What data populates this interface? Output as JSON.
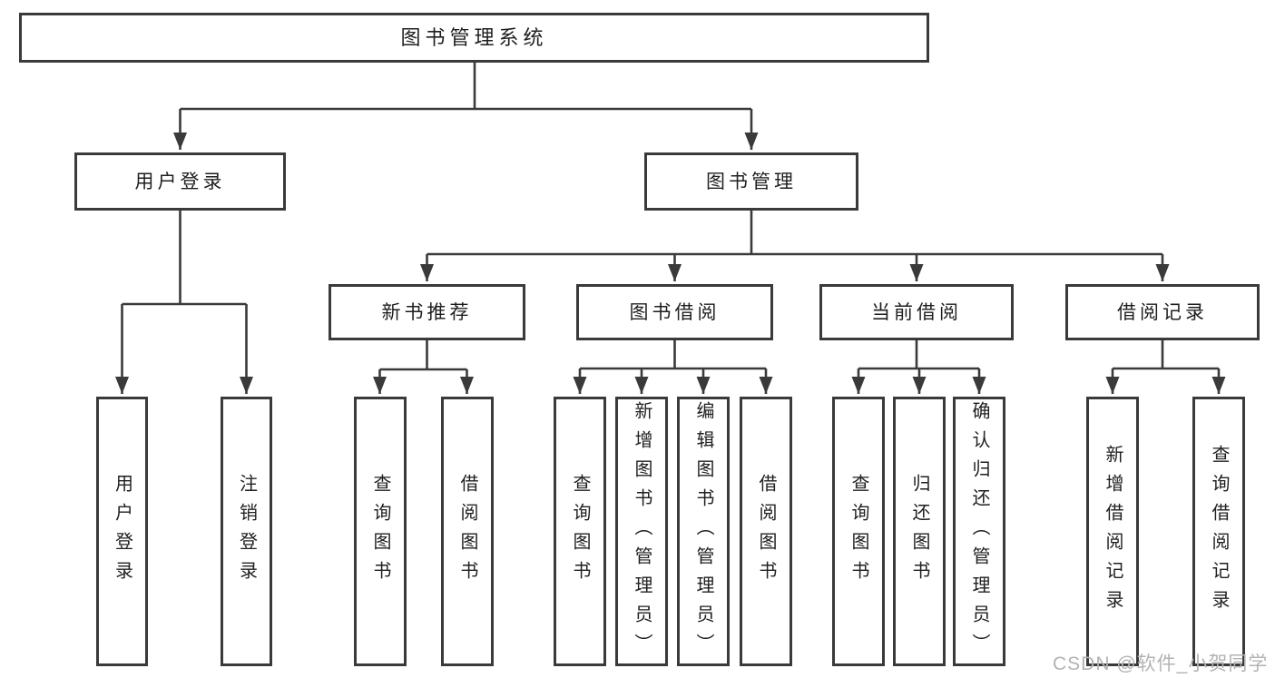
{
  "tree": {
    "root": "图书管理系统",
    "login": {
      "label": "用户登录",
      "children": [
        "用户登录",
        "注销登录"
      ]
    },
    "mgmt": {
      "label": "图书管理"
    },
    "sections": [
      {
        "label": "新书推荐",
        "children": [
          "查询图书",
          "借阅图书"
        ]
      },
      {
        "label": "图书借阅",
        "children": [
          "查询图书",
          "新增图书（管理员）",
          "编辑图书（管理员）",
          "借阅图书"
        ]
      },
      {
        "label": "当前借阅",
        "children": [
          "查询图书",
          "归还图书",
          "确认归还（管理员）"
        ]
      },
      {
        "label": "借阅记录",
        "children": [
          "新增借阅记录",
          "查询借阅记录"
        ]
      }
    ]
  },
  "watermark": "CSDN @软件_小贺同学",
  "colors": {
    "line": "#3a3a3a",
    "text": "#1f1f1f",
    "watermark": "#b3b3b3",
    "background": "#ffffff"
  }
}
